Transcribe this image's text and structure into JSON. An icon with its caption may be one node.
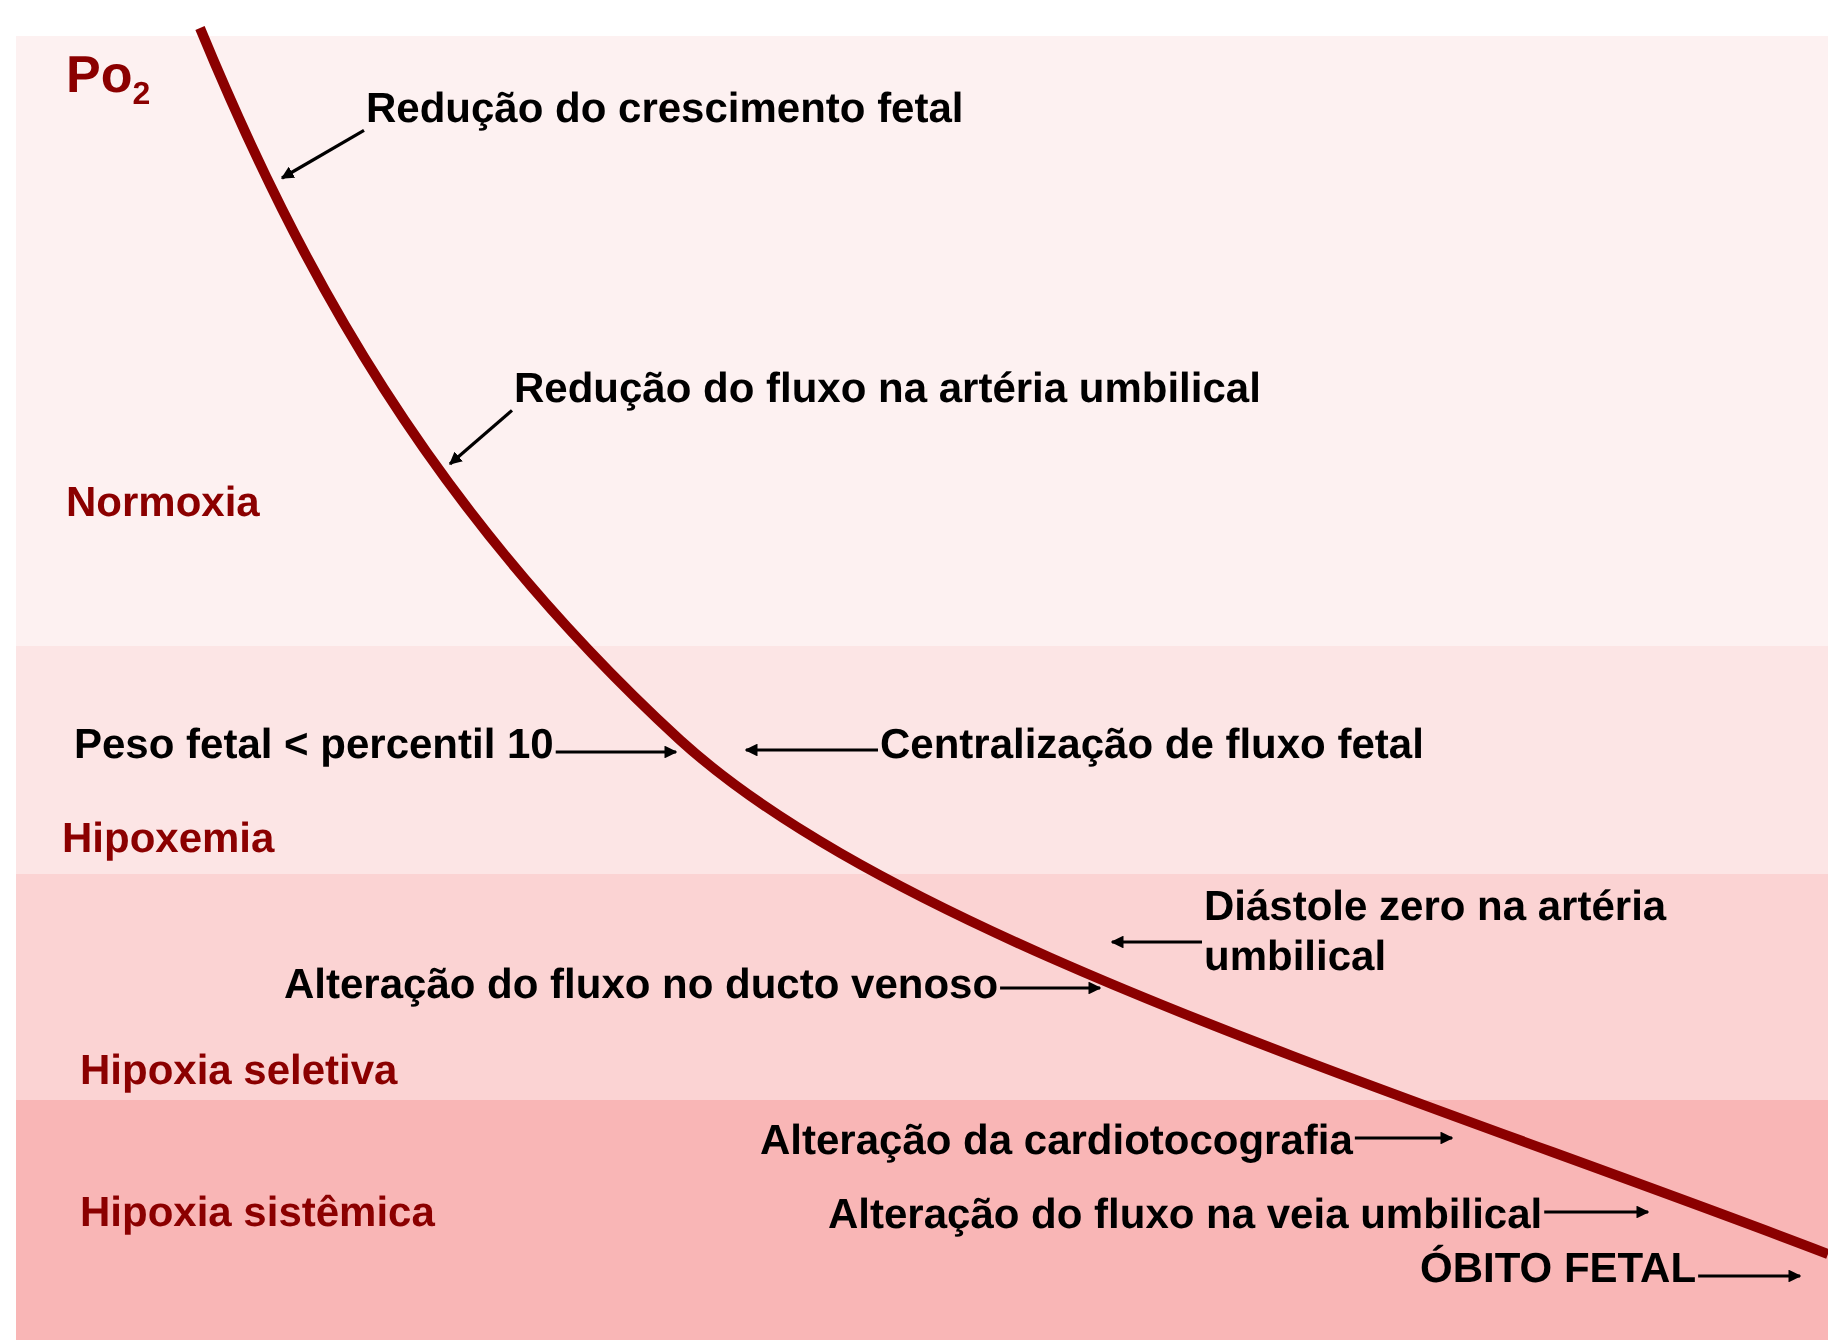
{
  "diagram": {
    "nodes": [
      {
        "text": [],
        "shape": "curve"
      },
      {
        "text": [
          "Normoxia"
        ]
      },
      {
        "text": [
          "Redução do crescimento fetal"
        ],
        "in": 1
      },
      {
        "text": [
          "Redução do fluxo na artéria umbilical"
        ],
        "in": 1
      },
      {
        "text": [
          "Hipoxemia"
        ]
      },
      {
        "text": [
          "Peso fetal < percentil 10"
        ],
        "in": 4
      },
      {
        "text": [
          "Centralização de fluxo fetal"
        ],
        "in": 4
      },
      {
        "text": [
          "Hipoxia seletiva"
        ]
      },
      {
        "text": [
          "Diástole zero na artéria umbilical"
        ],
        "in": 7
      },
      {
        "text": [
          "Alteração do fluxo no ducto venoso"
        ],
        "in": 7
      },
      {
        "text": [
          "Hipoxia sistêmica"
        ]
      },
      {
        "text": [
          "Alteração da cardiotocografia"
        ]
      },
      {
        "text": [
          "Alteração do fluxo na veia umbilical"
        ]
      },
      {
        "text": [
          "ÓBITO FETAL"
        ],
        "in": 10
      }
    ],
    "edges": [
      {
        "from": 2,
        "to": 0,
        "arrow": "to"
      },
      {
        "from": 3,
        "to": 0,
        "arrow": "to"
      },
      {
        "from": 5,
        "to": 0,
        "arrow": "to"
      },
      {
        "from": 6,
        "to": 0,
        "arrow": "to"
      },
      {
        "from": 8,
        "to": 0,
        "arrow": "to"
      },
      {
        "from": 9,
        "to": 0,
        "arrow": "to"
      },
      {
        "from": 11,
        "to": 0,
        "arrow": "to"
      },
      {
        "from": 12,
        "to": 0,
        "arrow": "to"
      },
      {
        "from": 13,
        "to": null,
        "arrow": "to"
      }
    ],
    "labels": [
      "Po$_{2}$"
    ]
  }
}
